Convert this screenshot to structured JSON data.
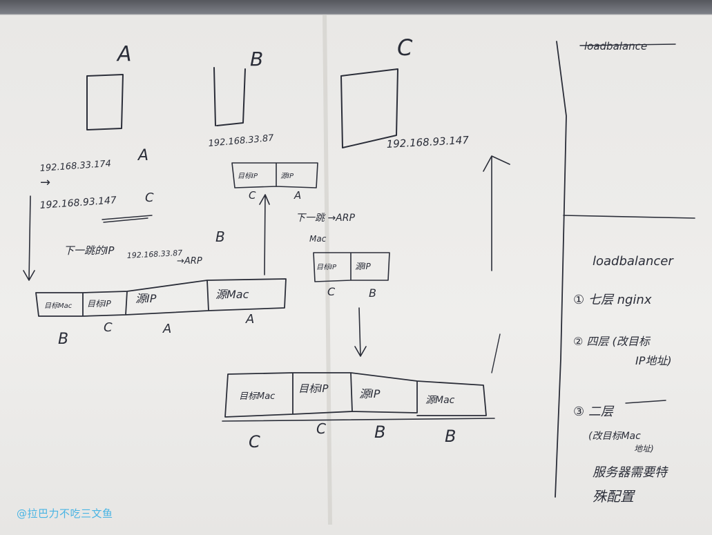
{
  "notes": {
    "hosts": {
      "a": "A",
      "b": "B",
      "c": "C"
    },
    "ips": {
      "a": "192.168.33.174",
      "a_tag": "A",
      "b": "192.168.33.87",
      "c": "192.168.93.147"
    },
    "left_block": {
      "arrow_ip": "192.168.93.147",
      "arrow_tag": "C",
      "next_hop": "下一跳的IP",
      "next_hop_ip": "192.168.33.87",
      "next_hop_tag": "B",
      "arp": "→ARP",
      "cells": [
        "目标Mac",
        "目标IP",
        "源IP",
        "源Mac"
      ],
      "cell_tags": [
        "B",
        "C",
        "A",
        "A"
      ]
    },
    "b_packet": {
      "cells": [
        "目标IP",
        "源IP"
      ],
      "tags": [
        "C",
        "A"
      ]
    },
    "middle": {
      "note1": "下一跳 →ARP",
      "note2": "Mac",
      "cells": [
        "目标IP",
        "源IP"
      ],
      "tags": [
        "C",
        "B"
      ]
    },
    "bottom_packet": {
      "cells": [
        "目标Mac",
        "目标IP",
        "源IP",
        "源Mac"
      ],
      "tags": [
        "C",
        "C",
        "B",
        "B"
      ]
    },
    "sidebar": {
      "struck": "loadbalance",
      "title": "loadbalancer",
      "item1": "① 七层 nginx",
      "item2a": "② 四层 (改目标",
      "item2b": "IP地址)",
      "item3": "③ 二层",
      "item3b": "(改目标Mac",
      "item3c": "地址)",
      "item3d": "服务器需要特",
      "item3e": "殊配置"
    }
  },
  "watermark": "@拉巴力不吃三文鱼"
}
